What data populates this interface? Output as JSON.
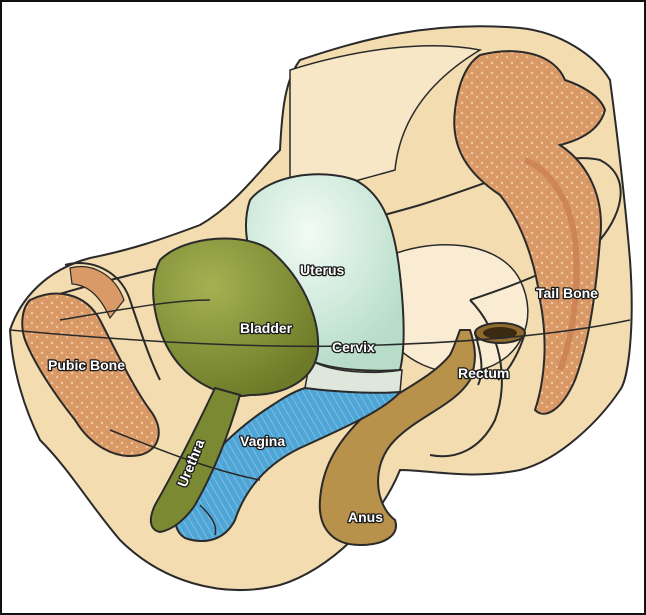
{
  "labels": {
    "uterus": "Uterus",
    "bladder": "Bladder",
    "cervix": "Cervix",
    "pubic_bone": "Pubic Bone",
    "tail_bone": "Tail Bone",
    "rectum": "Rectum",
    "vagina": "Vagina",
    "urethra": "Urethra",
    "anus": "Anus"
  },
  "colors": {
    "pelvis_base": "#f2dcb0",
    "pelvis_light": "#f7e7c6",
    "pelvis_shade": "#e8c590",
    "bone_spongy": "#d99a67",
    "bone_spongy_dark": "#c97e52",
    "bladder": "#7b8a32",
    "bladder_light": "#9aa84a",
    "uterus": "#d8eee3",
    "uterus_shade": "#b7ddc9",
    "vagina": "#4fa6d6",
    "vagina_light": "#8ecbe8",
    "rectum": "#b8914a",
    "rectum_dark": "#8e6a2e",
    "outline": "#2a2a2a"
  }
}
